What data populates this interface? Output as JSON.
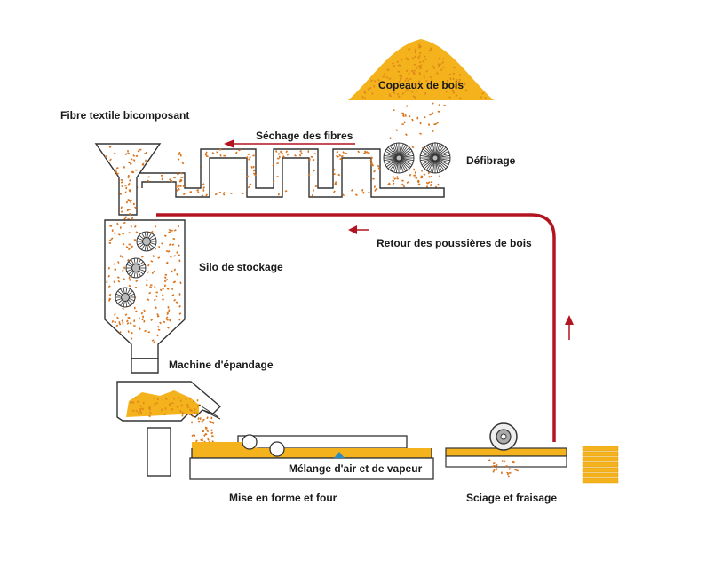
{
  "labels": {
    "wood_chips": "Copeaux de bois",
    "bicomponent_fiber": "Fibre textile bicomposant",
    "fiber_drying": "Séchage des fibres",
    "defibering": "Défibrage",
    "dust_return": "Retour des poussières de bois",
    "storage_silo": "Silo de stockage",
    "spreading_machine": "Machine d'épandage",
    "air_steam_mix": "Mélange d'air et de vapeur",
    "forming_oven": "Mise en forme et four",
    "sawing_milling": "Sciage et fraisage"
  },
  "colors": {
    "particle": "#d9731c",
    "chip_yellow": "#f4b31c",
    "arrow_red": "#b3141f",
    "steam_blue": "#2b8cc4",
    "outline": "#333333"
  }
}
